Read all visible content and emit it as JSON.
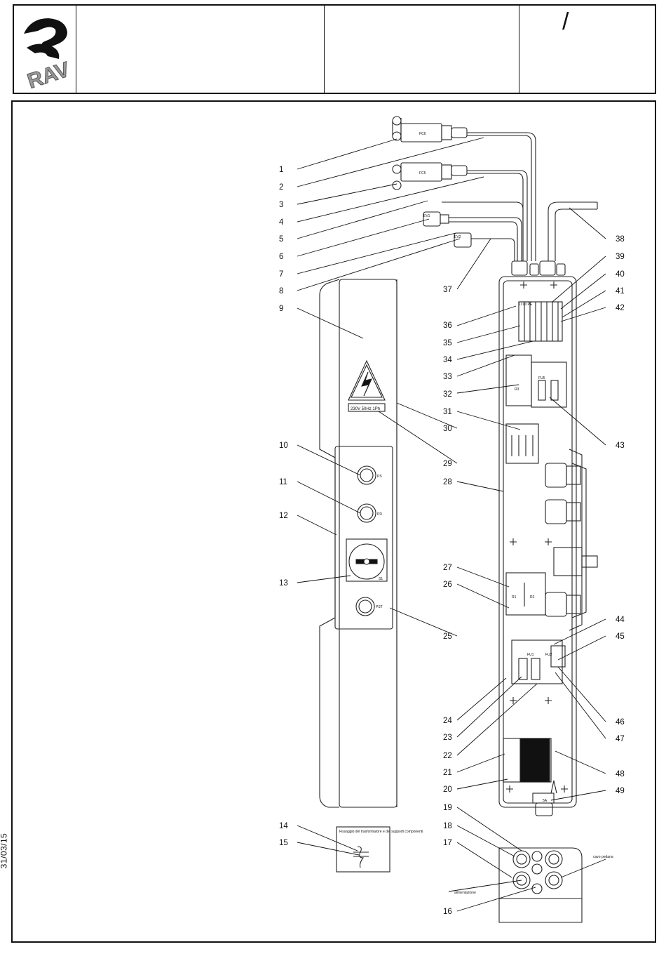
{
  "header": {
    "rev_mark": "/",
    "logo_text": "RAV"
  },
  "date_stamp": "31/03/15",
  "diagram": {
    "warning_voltage_label": "230V 50Hz 1Ph",
    "button_labels": [
      "PS",
      "PD",
      "PST"
    ],
    "switch_label": "S1",
    "limit_switch_labels": [
      "FC6",
      "FC5"
    ],
    "solenoid_labels": [
      "EV1",
      "EV2"
    ],
    "terminal_block_label": "LI LII PE",
    "fuse_labels": [
      "FU5",
      "FU1",
      "FU2"
    ],
    "relay_labels": [
      "R3",
      "R1",
      "R2"
    ],
    "fuse_rating": "5A",
    "note_title": "Fissaggio del trasformatore e dei supporti componenti",
    "box_bottom_labels": {
      "power": "alimentazione",
      "pendant": "cavo pedana"
    }
  },
  "callouts_left": [
    "1",
    "2",
    "3",
    "4",
    "5",
    "6",
    "7",
    "8",
    "9",
    "10",
    "11",
    "12",
    "13",
    "14",
    "15"
  ],
  "callouts_mid": [
    "36",
    "35",
    "34",
    "33",
    "32",
    "31",
    "28",
    "27",
    "26",
    "24",
    "23",
    "22",
    "21",
    "20",
    "19",
    "18",
    "17",
    "16",
    "37",
    "30",
    "29",
    "25"
  ],
  "callouts_right": [
    "38",
    "39",
    "40",
    "41",
    "42",
    "43",
    "44",
    "45",
    "46",
    "47",
    "48",
    "49"
  ]
}
